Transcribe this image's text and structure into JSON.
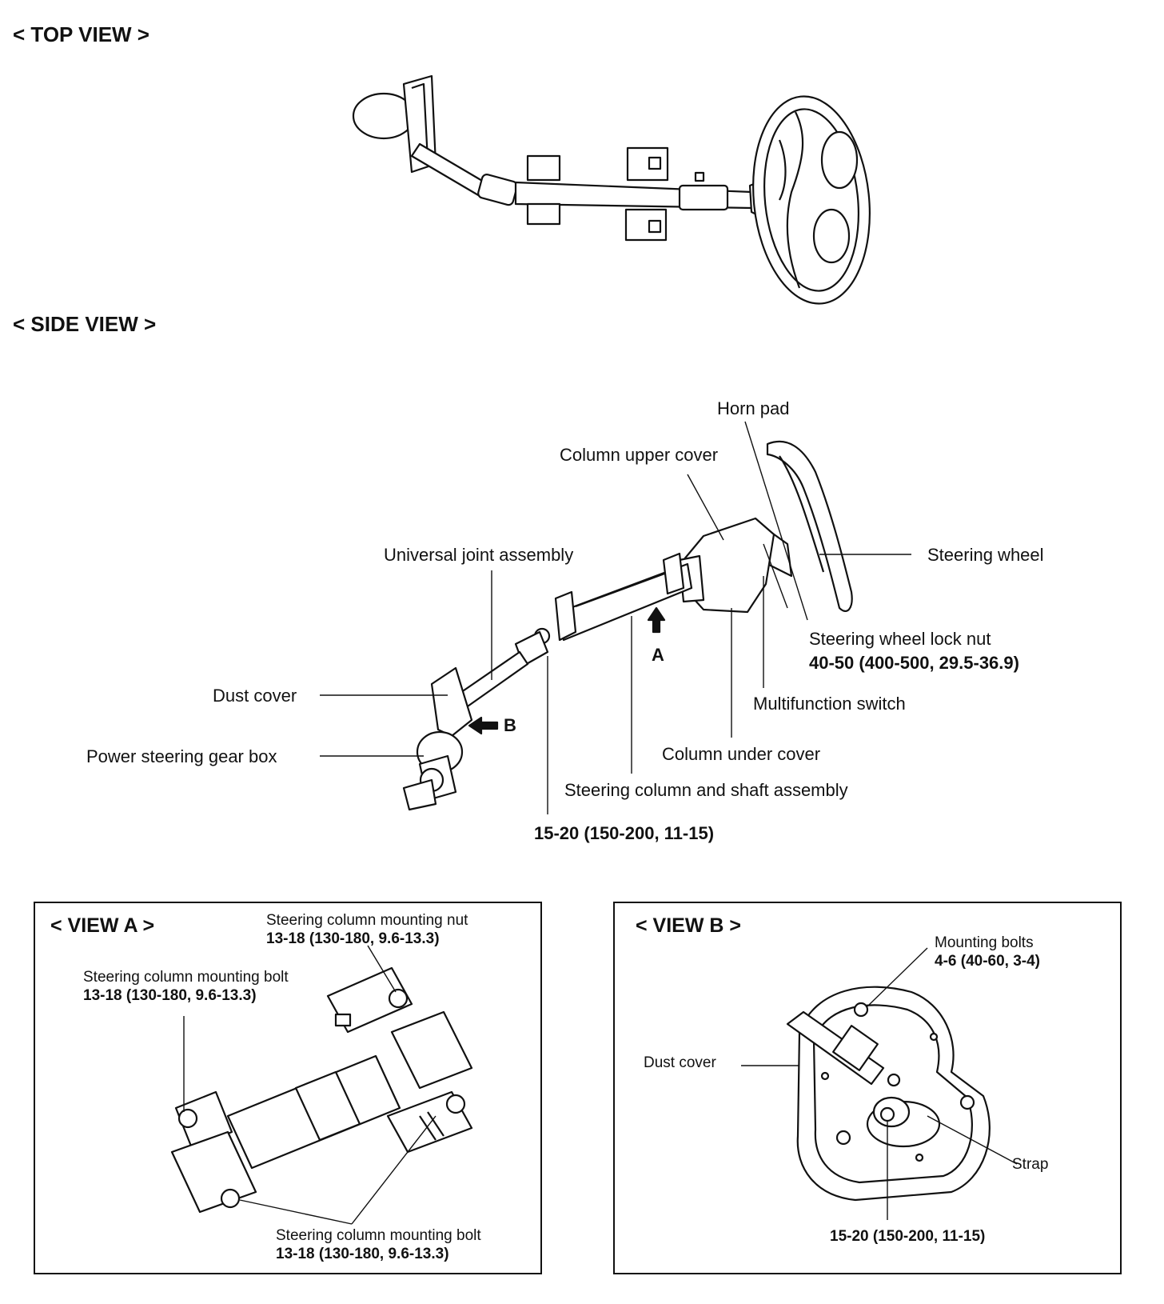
{
  "sections": {
    "top_view": "< TOP VIEW >",
    "side_view": "< SIDE VIEW >",
    "view_a": "< VIEW A >",
    "view_b": "< VIEW B >"
  },
  "side_labels": {
    "horn_pad": "Horn pad",
    "column_upper_cover": "Column upper cover",
    "universal_joint": "Universal joint assembly",
    "steering_wheel": "Steering wheel",
    "lock_nut": "Steering wheel lock nut",
    "lock_nut_torque": "40-50 (400-500, 29.5-36.9)",
    "dust_cover": "Dust cover",
    "multifunction_switch": "Multifunction switch",
    "arrow_a": "A",
    "arrow_b": "B",
    "gear_box": "Power steering gear box",
    "column_under_cover": "Column under cover",
    "column_shaft_assy": "Steering column and shaft assembly",
    "joint_torque": "15-20 (150-200, 11-15)"
  },
  "view_a": {
    "mount_nut": "Steering column mounting nut",
    "mount_nut_torque": "13-18 (130-180, 9.6-13.3)",
    "mount_bolt_left": "Steering column mounting bolt",
    "mount_bolt_left_torque": "13-18 (130-180, 9.6-13.3)",
    "mount_bolt_bottom": "Steering column mounting bolt",
    "mount_bolt_bottom_torque": "13-18 (130-180, 9.6-13.3)"
  },
  "view_b": {
    "mounting_bolts": "Mounting bolts",
    "mounting_bolts_torque": "4-6 (40-60, 3-4)",
    "dust_cover": "Dust cover",
    "strap": "Strap",
    "strap_torque": "15-20 (150-200, 11-15)"
  }
}
